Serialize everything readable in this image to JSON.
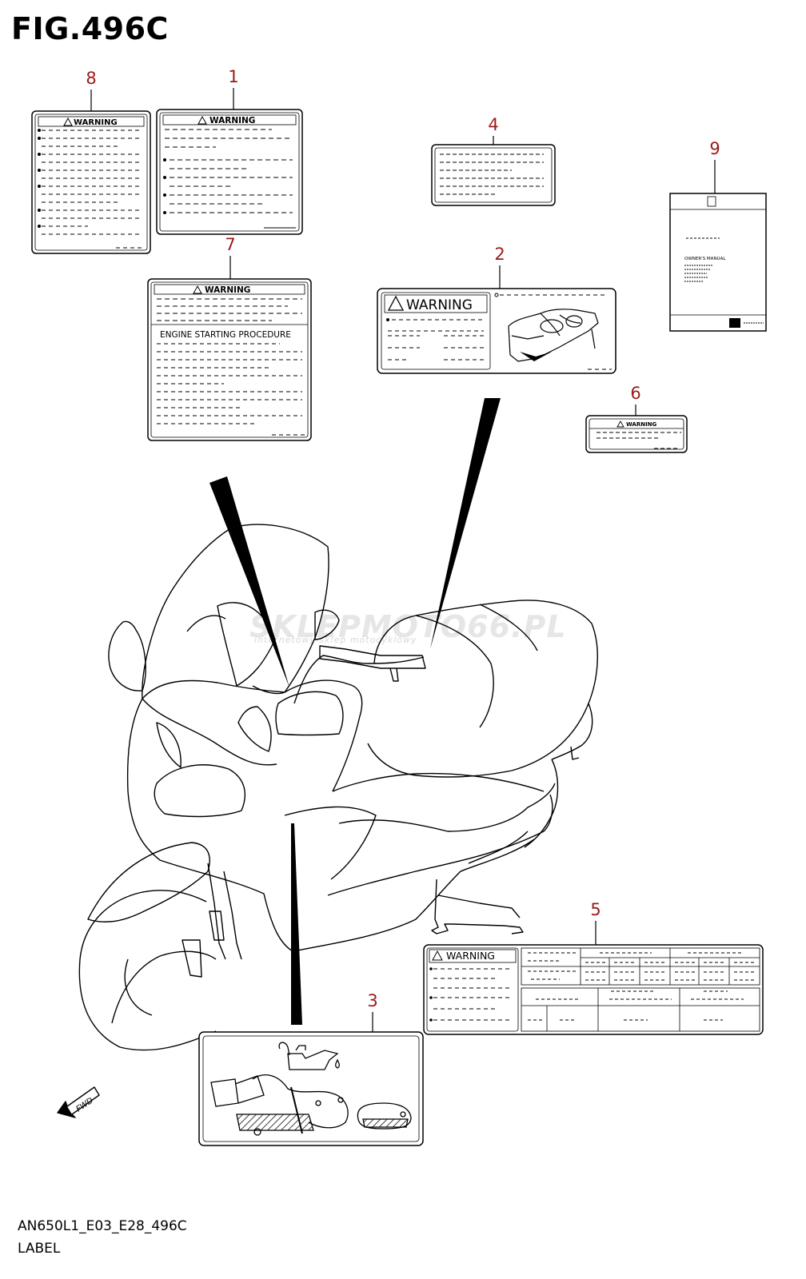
{
  "figure": {
    "title": "FIG.496C",
    "code": "AN650L1_E03_E28_496C",
    "name": "LABEL"
  },
  "callouts": [
    {
      "id": "8",
      "label": "8"
    },
    {
      "id": "1",
      "label": "1"
    },
    {
      "id": "4",
      "label": "4"
    },
    {
      "id": "9",
      "label": "9"
    },
    {
      "id": "7",
      "label": "7"
    },
    {
      "id": "2",
      "label": "2"
    },
    {
      "id": "6",
      "label": "6"
    },
    {
      "id": "5",
      "label": "5"
    },
    {
      "id": "3",
      "label": "3"
    }
  ],
  "labels": {
    "warning": "WARNING",
    "engine_starting": "ENGINE STARTING PROCEDURE",
    "owners_manual": "OWNER'S MANUAL",
    "fwd": "FWD"
  },
  "watermark": {
    "text": "SKLEPMOTO66.PL",
    "subtext": "internetowy sklep motocyklowy"
  },
  "colors": {
    "callout": "#9b1b1b",
    "line": "#000000"
  }
}
